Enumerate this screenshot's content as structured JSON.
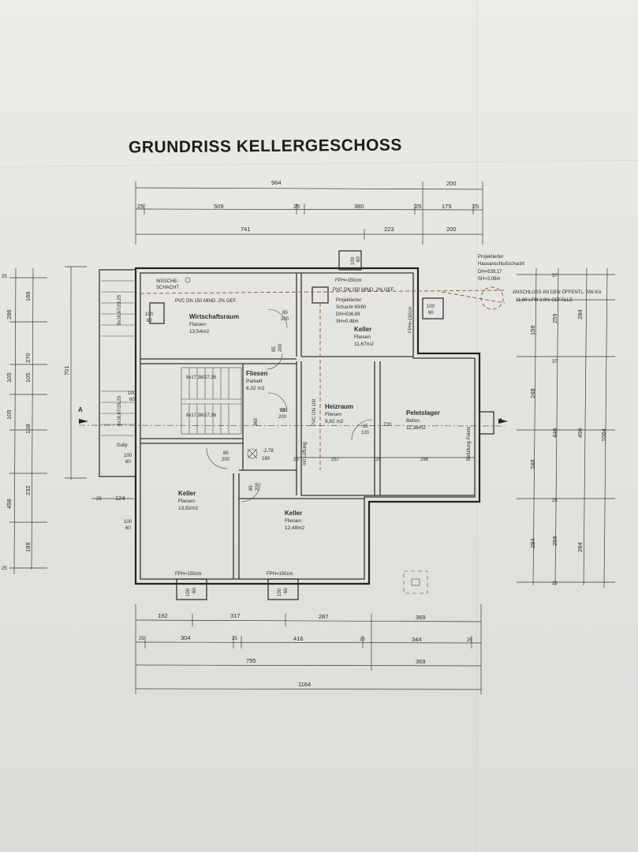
{
  "title": "GRUNDRISS KELLERGESCHOSS",
  "top_dims": {
    "row1": [
      "964",
      "200"
    ],
    "row2": [
      "25",
      "509",
      "25",
      "380",
      "25",
      "175",
      "25"
    ],
    "row3": [
      "741",
      "223",
      "200"
    ]
  },
  "bottom_dims": {
    "row1": [
      "192",
      "317",
      "287",
      "369"
    ],
    "row2": [
      "25",
      "304",
      "25",
      "416",
      "25",
      "344",
      "25"
    ],
    "row3": [
      "795",
      "369"
    ],
    "row4": [
      "1164"
    ]
  },
  "left_dims": {
    "outer": [
      "286",
      "105",
      "105",
      "458"
    ],
    "mid": [
      "166",
      "270",
      "105",
      "108",
      "232",
      "189"
    ],
    "inner": [
      "701"
    ],
    "misc": [
      "25",
      "25",
      "25",
      "124"
    ]
  },
  "right_dims": {
    "a": [
      "158",
      "248",
      "248",
      "284"
    ],
    "b": [
      "259",
      "259"
    ],
    "c": [
      "446"
    ],
    "d": [
      "284",
      "496",
      "284"
    ],
    "e": [
      "1064"
    ],
    "small": [
      "37",
      "37",
      "25",
      "25"
    ]
  },
  "rooms": {
    "wirtschaftsraum": {
      "name": "Wirtschaftsraum",
      "floor": "Fliesen",
      "area": "13,54m2"
    },
    "keller_top": {
      "name": "Keller",
      "floor": "Fliesen",
      "area": "11,67m2"
    },
    "flur": {
      "name": "Fliesen",
      "floor": "Parkett",
      "area": "6,32 m2"
    },
    "heizraum": {
      "name": "Heizraum",
      "floor": "Fliesen",
      "area": "9,82 m2"
    },
    "peletslager": {
      "name": "Peletslager",
      "floor": "Beton",
      "area": "11,36m2"
    },
    "keller_left": {
      "name": "Keller",
      "floor": "Fliesen",
      "area": "13,92m2"
    },
    "keller_bottom": {
      "name": "Keller",
      "floor": "Fliesen",
      "area": "12,48m2"
    }
  },
  "annotations": {
    "waesche": "WÄSCHE-",
    "schacht": "SCHACHT",
    "pvc_left": "PVC DN 150 MIND. 2% GEF.",
    "pvc_right": "PVC DN 150 MIND. 2% GEF.",
    "proj_schacht_1": "Projektierter",
    "proj_schacht_2": "Schacht 60/60",
    "proj_schacht_3": "DH=536,69",
    "proj_schacht_4": "SH=0,48m",
    "haus_1": "Projektierter",
    "haus_2": "Hausanschlußschacht",
    "haus_3": "DH=539,17",
    "haus_4": "SH=3,08m",
    "anschluss_1": "ANSCHLUSS AN DEN ÖFFENTL. SW-KA",
    "anschluss_2": "11,80 LFM 2,0% GEFÄLLE",
    "fph_top": "FPH=150cm",
    "fph_bottom_left": "FPH=150cm",
    "fph_bottom_right": "FPH=150cm",
    "fph_vertical": "FPH=150cm",
    "pvc_dn100": "PVC DN 100",
    "mit_lueftung": "mit Lüftung",
    "befuellung": "Befüllung Pelets",
    "stairs_1": "8x17,38/27,36",
    "stairs_2": "8x17,38/27,36",
    "stairs_3": "8x16,67/29,25",
    "stairs_4": "8x16,67/29,25",
    "level": "-2,78",
    "gully": "Gully",
    "t30_a": "T30",
    "t30_b": "T30",
    "section_a": "A"
  },
  "openings": {
    "door_85_200": "85",
    "door_200": "200",
    "door_120": "120",
    "win_100": "100",
    "win_60": "60",
    "val_180": "180",
    "val_365": "365",
    "val_257": "257",
    "val_298": "298",
    "val_25": "25"
  }
}
